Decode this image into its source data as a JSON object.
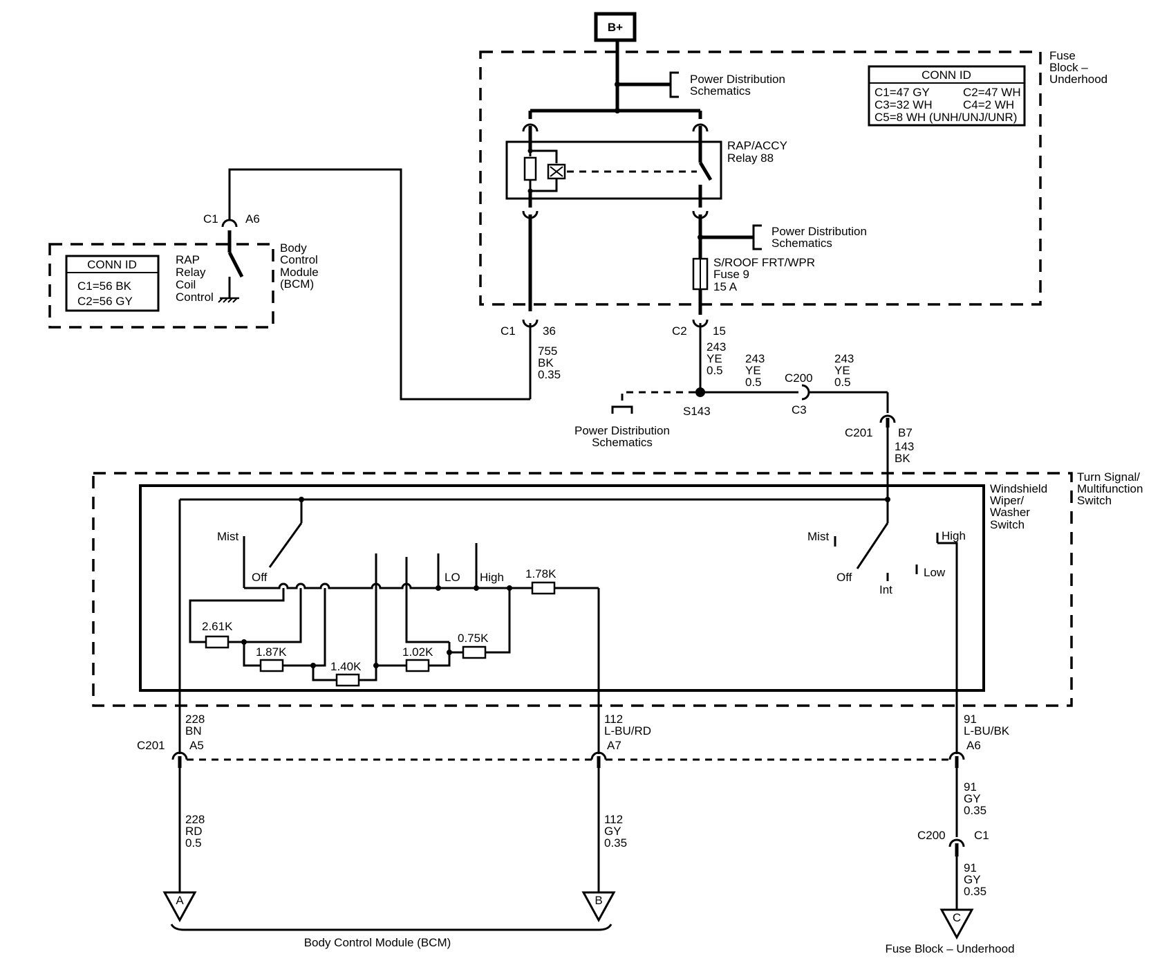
{
  "battery": {
    "label": "B+"
  },
  "fuse_block": {
    "title": [
      "Fuse",
      "Block –",
      "Underhood"
    ],
    "conn_id": {
      "title": "CONN ID",
      "rows": [
        "C1=47 GY",
        "C2=47 WH",
        "C3=32 WH",
        "C4=2 WH",
        "C5=8 WH (UNH/UNJ/UNR)"
      ]
    },
    "pds_top": [
      "Power Distribution",
      "Schematics"
    ],
    "pds_mid": [
      "Power Distribution",
      "Schematics"
    ],
    "relay": [
      "RAP/ACCY",
      "Relay 88"
    ],
    "fuse": [
      "S/ROOF FRT/WPR",
      "Fuse 9",
      "15 A"
    ],
    "c1_label": "C1",
    "c1_pin": "36",
    "c2_label": "C2",
    "c2_pin": "15"
  },
  "bcm": {
    "title": [
      "Body",
      "Control",
      "Module",
      "(BCM)"
    ],
    "conn_id": {
      "title": "CONN ID",
      "rows": [
        "C1=56 BK",
        "C2=56 GY"
      ]
    },
    "coil_label": [
      "RAP",
      "Relay",
      "Coil",
      "Control"
    ],
    "c1_label": "C1",
    "c1_pin": "A6"
  },
  "wires": {
    "w755": [
      "755",
      "BK",
      "0.35"
    ],
    "w243a": [
      "243",
      "YE",
      "0.5"
    ],
    "w243b": [
      "243",
      "YE",
      "0.5"
    ],
    "w243c": [
      "243",
      "YE",
      "0.5"
    ],
    "w143": [
      "143",
      "BK"
    ],
    "w228a": [
      "228",
      "BN"
    ],
    "w228b": [
      "228",
      "RD",
      "0.5"
    ],
    "w112a": [
      "112",
      "L-BU/RD"
    ],
    "w112b": [
      "112",
      "GY",
      "0.35"
    ],
    "w91a": [
      "91",
      "L-BU/BK"
    ],
    "w91b": [
      "91",
      "GY",
      "0.35"
    ],
    "w91c": [
      "91",
      "GY",
      "0.35"
    ]
  },
  "splice": {
    "label": "S143"
  },
  "c200_top": {
    "label": "C200",
    "pin": "C3"
  },
  "c201_top": {
    "label": "C201",
    "pin": "B7"
  },
  "pds_bottom": [
    "Power Distribution",
    "Schematics"
  ],
  "switch": {
    "turn_signal_title": [
      "Turn Signal/",
      "Multifunction",
      "Switch"
    ],
    "wiper_title": [
      "Windshield",
      "Wiper/",
      "Washer",
      "Switch"
    ],
    "left_labels": {
      "mist": "Mist",
      "off": "Off",
      "lo": "LO",
      "high": "High"
    },
    "resistors": [
      "2.61K",
      "1.87K",
      "1.40K",
      "1.02K",
      "0.75K",
      "1.78K"
    ],
    "right_labels": {
      "mist": "Mist",
      "off": "Off",
      "int": "Int",
      "high": "High",
      "low": "Low"
    }
  },
  "c201_bottom": {
    "label": "C201",
    "pins": [
      "A5",
      "A7",
      "A6"
    ]
  },
  "c200_bottom": {
    "label": "C200",
    "pin": "C1"
  },
  "terminals": {
    "a": "A",
    "b": "B",
    "c": "C"
  },
  "bottom_labels": {
    "bcm": "Body Control Module (BCM)",
    "fuse_block": "Fuse Block – Underhood"
  }
}
